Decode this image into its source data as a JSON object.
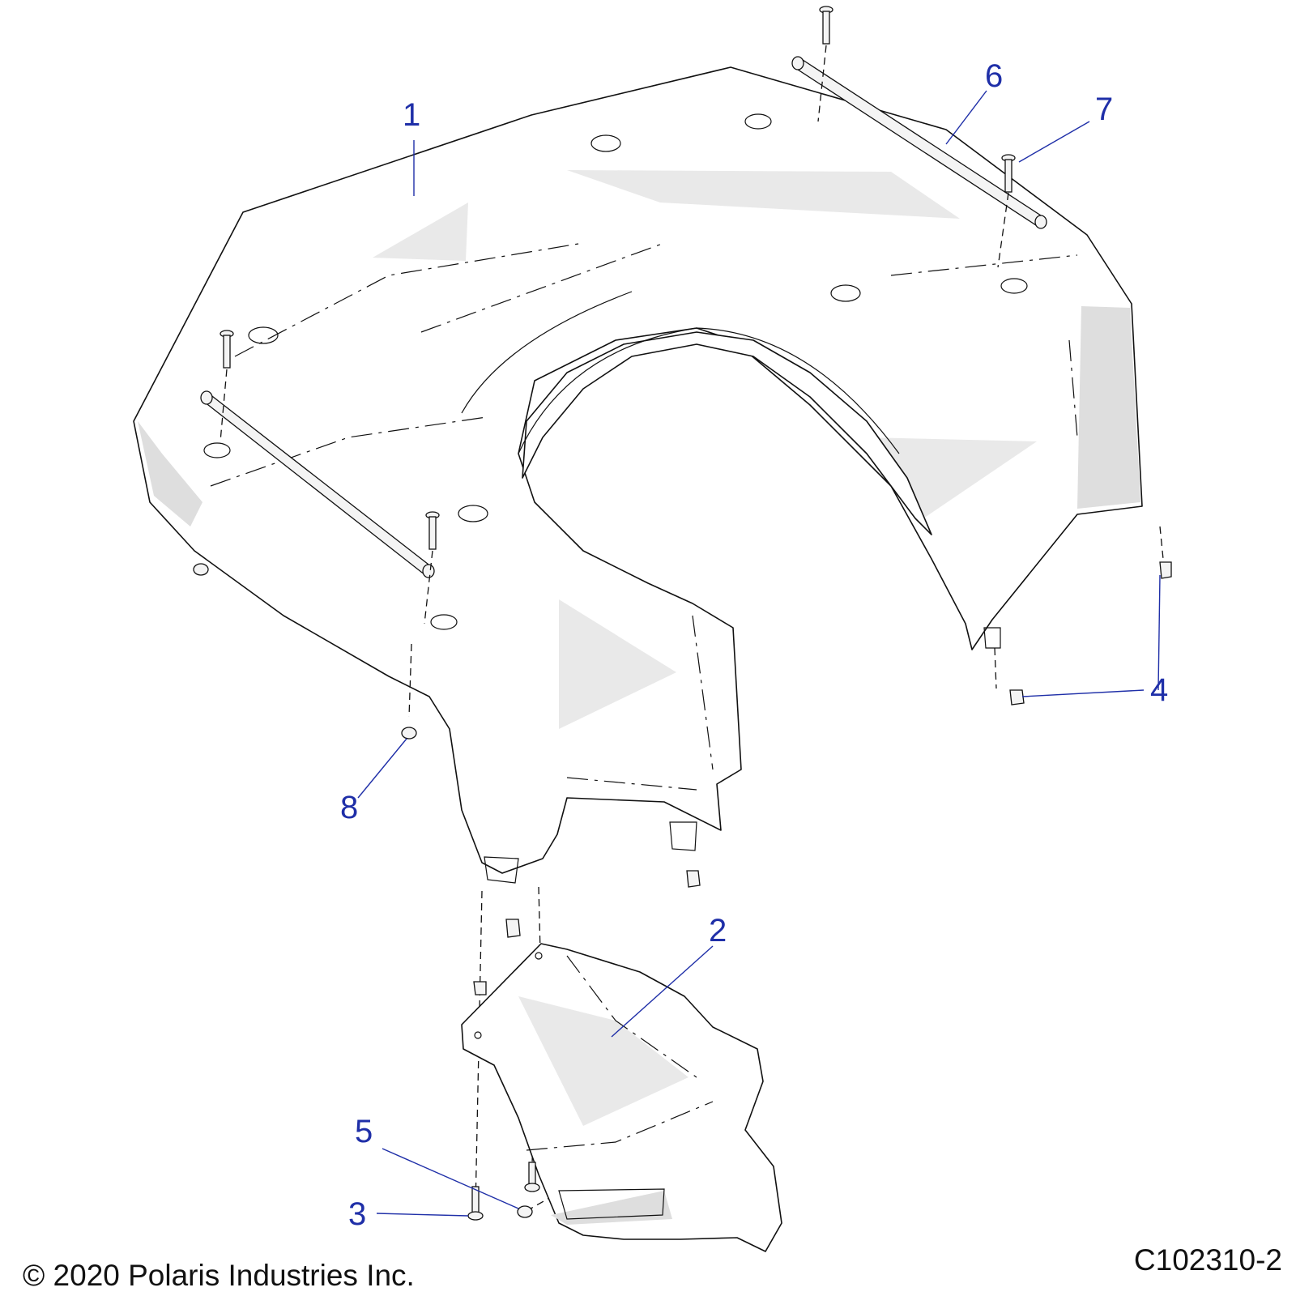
{
  "callouts": [
    "1",
    "2",
    "3",
    "4",
    "5",
    "6",
    "7",
    "8"
  ],
  "footer": {
    "copyright": "© 2020 Polaris Industries Inc.",
    "figure_id": "C102310-2"
  },
  "colors": {
    "callout": "#1f2fa8",
    "line": "#111111"
  }
}
